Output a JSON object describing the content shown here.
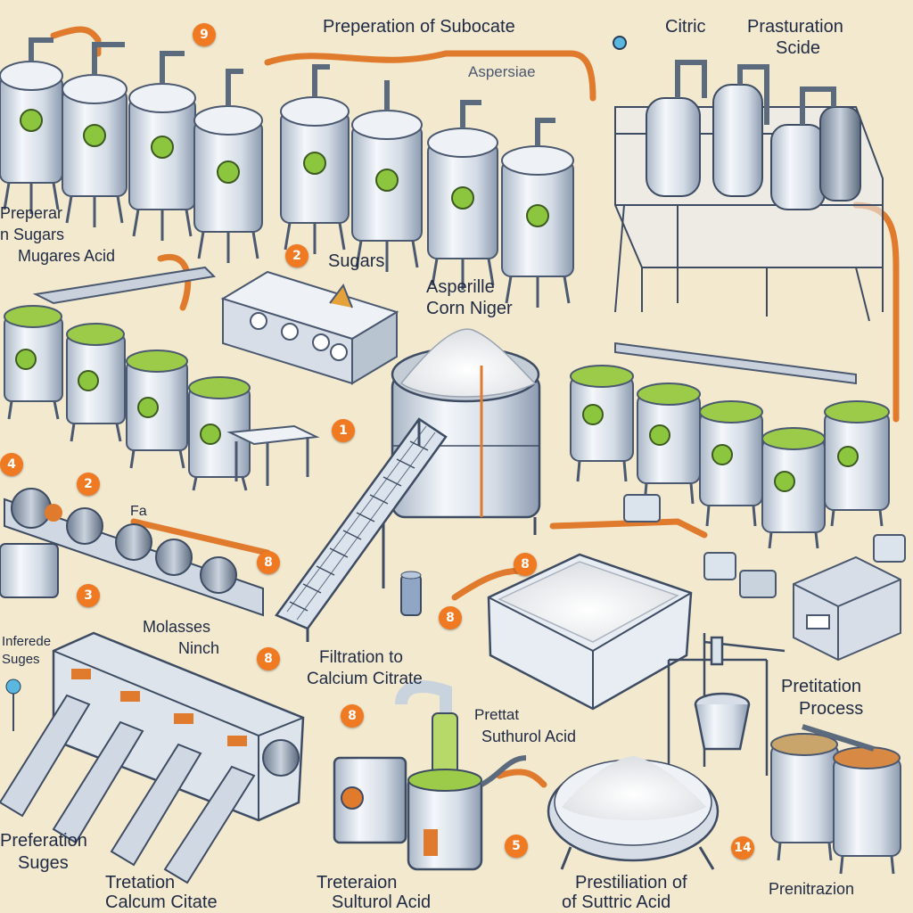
{
  "labels": {
    "title": "Preperation of Subocate",
    "citric": "Citric",
    "prasturation_1": "Prasturation",
    "prasturation_2": "Scide",
    "asperule": "Aspersiae",
    "prep_1": "Preperar",
    "prep_2": "n Sugars",
    "prep_3": "Mugares Acid",
    "sugars": "Sugars",
    "asp_corn_1": "Asperille",
    "asp_corn_2": "Corn Niger",
    "fa": "Fa",
    "molasses_1": "Molasses",
    "molasses_2": "Ninch",
    "filt_1": "Filtration to",
    "filt_2": "Calcium Citrate",
    "infrede_1": "Inferede",
    "infrede_2": "Suges",
    "pretit_1": "Pretitation",
    "pretit_2": "Process",
    "prettat_1": "Prettat",
    "prettat_2": "Suthurol Acid",
    "preferation_1": "Preferation",
    "preferation_2": "Suges",
    "tret_calc_1": "Tretation",
    "tret_calc_2": "Calcum Citate",
    "tret_sulf_1": "Treteraion",
    "tret_sulf_2": "Sulturol Acid",
    "prestil_1": "Prestiliation of",
    "prestil_2": "of Suttric Acid",
    "prenitrazion": "Prenitrazion"
  },
  "badges": {
    "b_top": "9",
    "b_sugars": "2",
    "b_hopper": "1",
    "b_left_a": "4",
    "b_left_2": "2",
    "b_fa": "8",
    "b_left_3": "3",
    "b_molasses": "8",
    "b_tray": "8",
    "b_filtration": "8",
    "b_dryer": "8",
    "b_five": "5",
    "b_fourteen": "14"
  },
  "colors": {
    "background": "#f3e9cf",
    "pipe_orange": "#e07a2c",
    "tank_steel": "#dfe6ee",
    "culture_green": "#8cc63f",
    "badge_orange": "#ef7a22",
    "ink": "#1f2a44"
  }
}
